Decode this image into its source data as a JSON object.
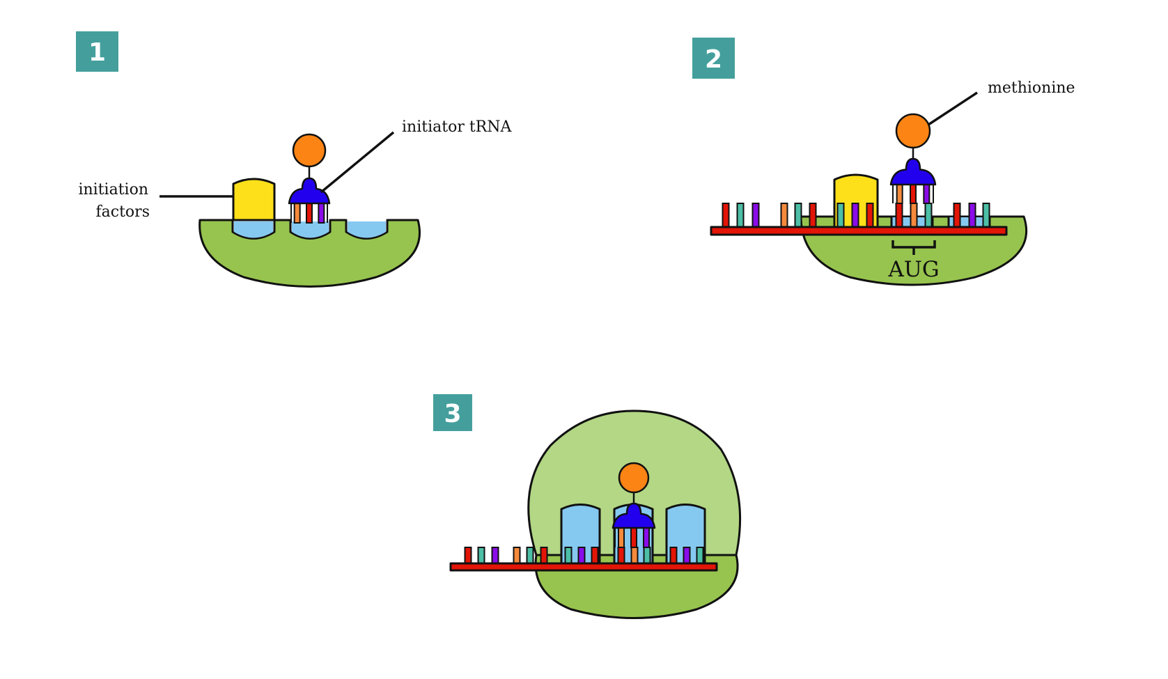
{
  "figure": {
    "title": "Translation initiation steps",
    "colors": {
      "badge": "#449f9c",
      "small_subunit": "#97c44e",
      "large_subunit": "#b3d784",
      "site": "#86c9f0",
      "initiation_factor": "#fde01a",
      "amino_acid": "#fb8414",
      "trna_body": "#2200ee",
      "mrna": "#e31507",
      "base_red": "#e31507",
      "base_teal": "#4cbfa6",
      "base_purple": "#8a0ce8",
      "base_orange": "#f68a3c",
      "outline": "#111111"
    }
  },
  "panels": [
    {
      "step": "1",
      "labels": {
        "initiation_factors_line1": "initiation",
        "initiation_factors_line2": "factors",
        "initiator_trna": "initiator tRNA"
      },
      "trna_anticodon": [
        "orange",
        "red",
        "purple"
      ]
    },
    {
      "step": "2",
      "labels": {
        "amino_acid": "methionine",
        "start_codon": "AUG"
      },
      "mrna_bases": [
        "red",
        "teal",
        "purple",
        "orange",
        "teal",
        "red",
        "teal",
        "purple",
        "red",
        "red",
        "orange",
        "teal",
        "red",
        "purple",
        "teal"
      ],
      "trna_anticodon": [
        "orange",
        "red",
        "purple"
      ]
    },
    {
      "step": "3",
      "mrna_bases": [
        "red",
        "teal",
        "purple",
        "orange",
        "teal",
        "red",
        "teal",
        "purple",
        "red",
        "red",
        "orange",
        "teal",
        "red",
        "purple",
        "teal"
      ],
      "trna_anticodon": [
        "orange",
        "red",
        "purple"
      ]
    }
  ]
}
